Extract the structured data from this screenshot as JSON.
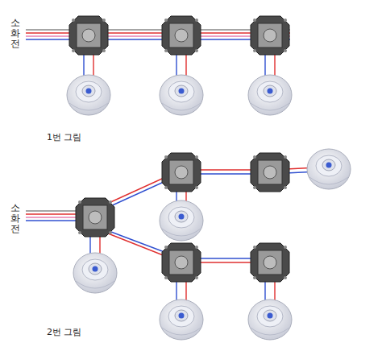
{
  "diagram": {
    "labels": [
      "소화전",
      "1번 그림",
      "소화전",
      "2번 그림"
    ]
  }
}
